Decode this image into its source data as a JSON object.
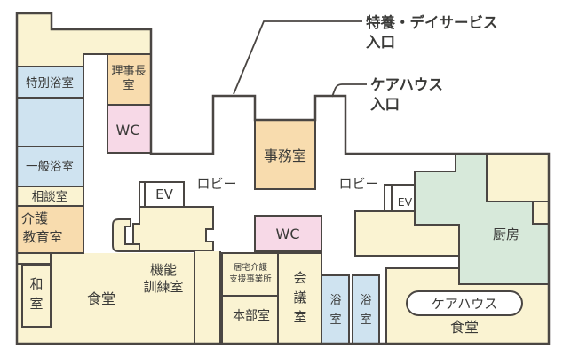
{
  "plan": {
    "annotations": {
      "tokuyo_entrance": {
        "line1": "特養・デイサービス",
        "line2": "入口"
      },
      "carehouse_entrance": {
        "line1": "ケアハウス",
        "line2": "入口"
      }
    },
    "labels": {
      "special_bath": "特別浴室",
      "director_line1": "理事長",
      "director_line2": "室",
      "wc_west": "WC",
      "general_bath": "一般浴室",
      "consult_room": "相談室",
      "care_edu_line1": "介護",
      "care_edu_line2": "教育室",
      "washitsu_c0": "和",
      "washitsu_c1": "室",
      "dining": "食堂",
      "training_line1": "機能",
      "training_line2": "訓練室",
      "ev_west": "EV",
      "lobby_west": "ロビー",
      "office": "事務室",
      "lobby_east": "ロビー",
      "ev_east": "EV",
      "wc_center": "WC",
      "homecare_line1": "居宅介護",
      "homecare_line2": "支援事業所",
      "hq_room": "本部室",
      "meeting_c0": "会",
      "meeting_c1": "議",
      "meeting_c2": "室",
      "bath1_c0": "浴",
      "bath1_c1": "室",
      "bath2_c0": "浴",
      "bath2_c1": "室",
      "kitchen": "厨房",
      "carehouse_badge": "ケアハウス",
      "carehouse_dining": "食堂"
    },
    "colors": {
      "cream": "#faf3d2",
      "blue": "#cfe3f0",
      "pink": "#f7d9e7",
      "tan": "#f8dcae",
      "green": "#d7e9da",
      "white": "#ffffff",
      "wall": "#4a4643",
      "text": "#3a3a38"
    }
  }
}
